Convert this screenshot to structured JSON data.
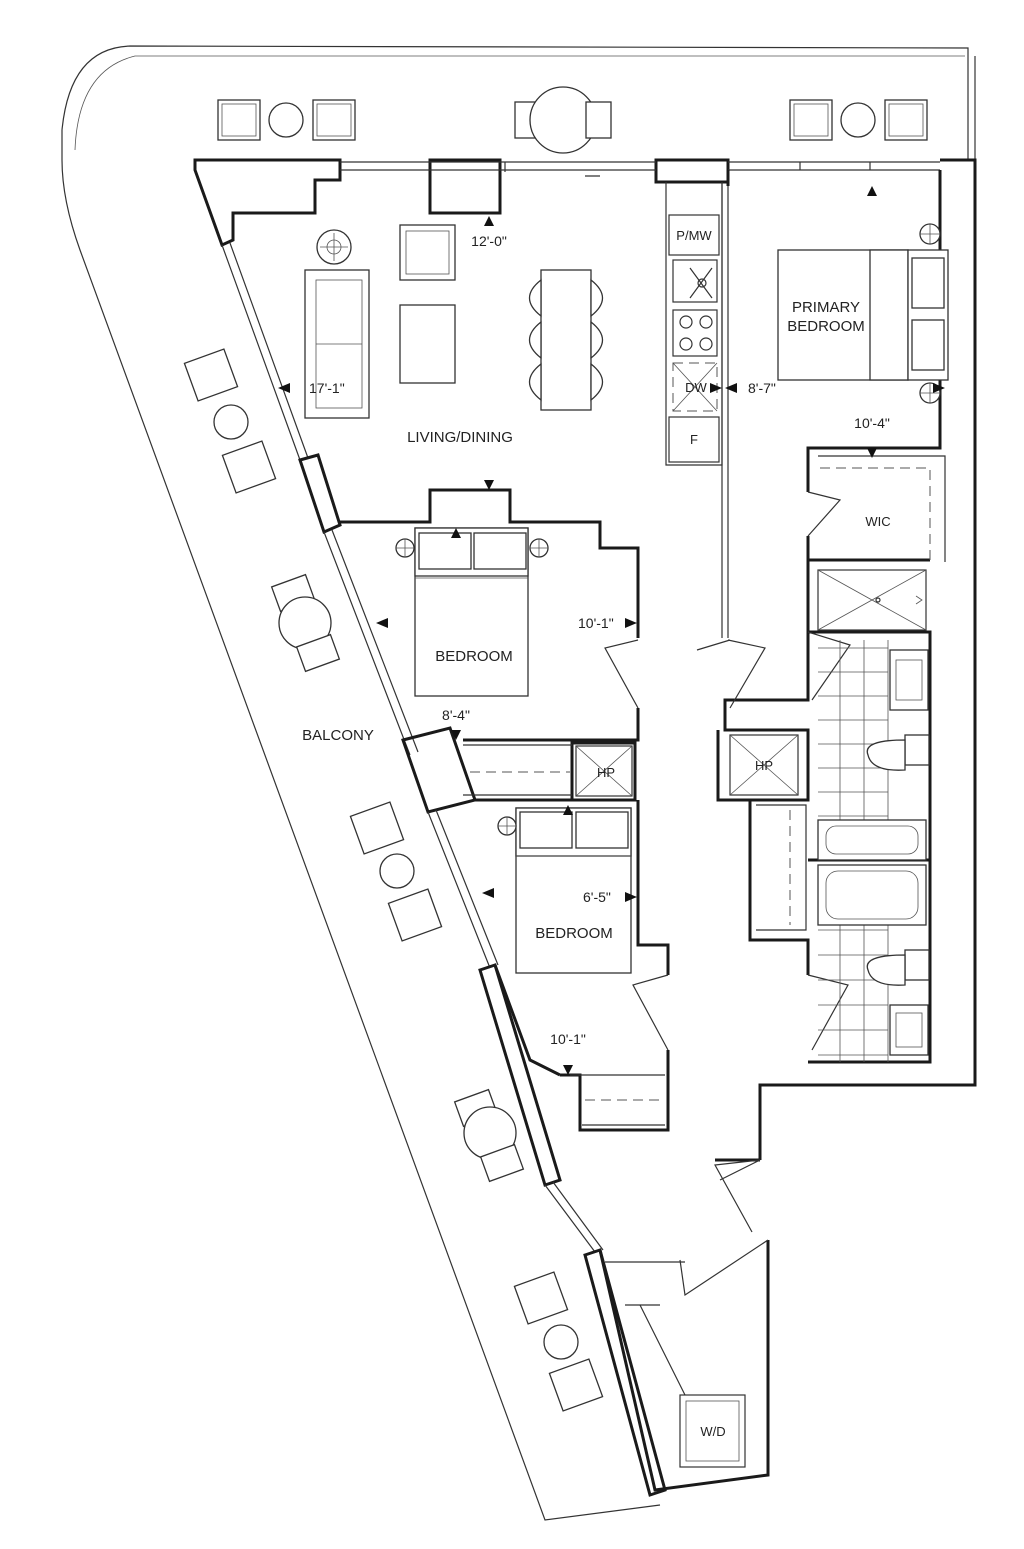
{
  "rooms": {
    "living_dining": "LIVING/DINING",
    "primary_bedroom_line1": "PRIMARY",
    "primary_bedroom_line2": "BEDROOM",
    "bedroom_1": "BEDROOM",
    "bedroom_2": "BEDROOM",
    "balcony": "BALCONY",
    "wic": "WIC"
  },
  "appliances": {
    "pmw": "P/MW",
    "dw": "DW",
    "fridge": "F",
    "hp_1": "HP",
    "hp_2": "HP",
    "washer_dryer": "W/D"
  },
  "dimensions": {
    "living_width": "12'-0\"",
    "living_depth": "17'-1\"",
    "kitchen": "8'-7\"",
    "primary_bedroom": "10'-4\"",
    "bedroom_1_width": "10'-1\"",
    "bedroom_1_depth": "8'-4\"",
    "bedroom_2_width": "6'-5\"",
    "bedroom_2_depth": "10'-1\""
  }
}
